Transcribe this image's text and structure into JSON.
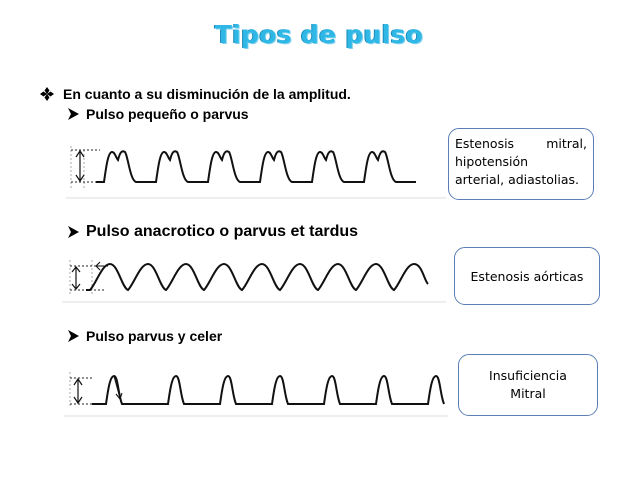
{
  "slide": {
    "title": "Tipos de pulso",
    "heading": "En cuanto a su disminución de la amplitud.",
    "items": [
      {
        "label": "Pulso pequeño o parvus",
        "callout_lines": [
          "Estenosis mitral,",
          "hipotensión",
          "arterial, adiastolias."
        ]
      },
      {
        "label": "Pulso anacrotico o parvus et tardus",
        "callout_lines": [
          "Estenosis aórticas"
        ]
      },
      {
        "label": "Pulso parvus y celer",
        "callout_lines": [
          "Insuficiencia",
          "Mitral"
        ]
      }
    ]
  },
  "colors": {
    "title": "#2fb8e6",
    "callout_border": "#5b7fb5",
    "trace": "#111111"
  },
  "icons": {
    "heading_bullet": "four-diamond-icon",
    "item_bullet": "arrowhead-right-icon"
  }
}
